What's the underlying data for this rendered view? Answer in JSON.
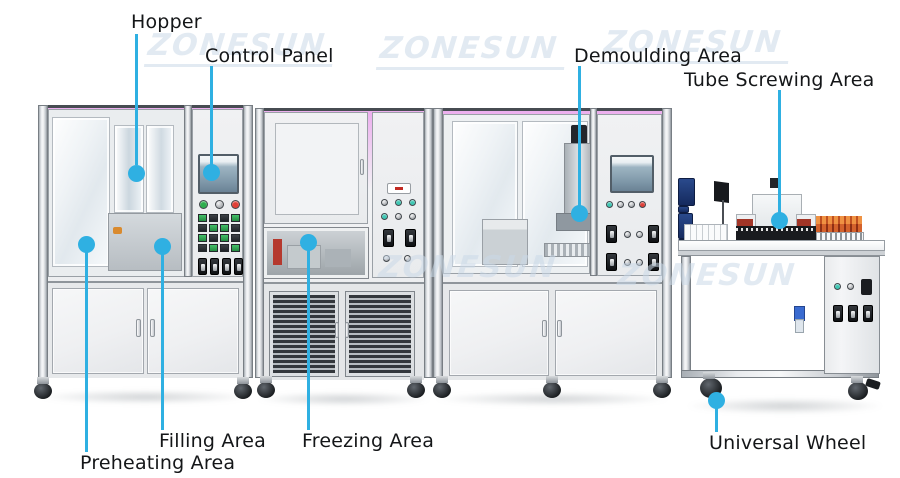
{
  "watermark": {
    "text": "ZONESUN"
  },
  "callouts": {
    "hopper": "Hopper",
    "control_panel": "Control Panel",
    "demoulding_area": "Demoulding Area",
    "tube_screwing_area": "Tube Screwing Area",
    "preheating_area": "Preheating Area",
    "filling_area": "Filling Area",
    "freezing_area": "Freezing Area",
    "universal_wheel": "Universal Wheel"
  },
  "colors": {
    "callout_accent": "#2fb0e2",
    "watermark": "rgba(203,216,232,0.55)"
  }
}
